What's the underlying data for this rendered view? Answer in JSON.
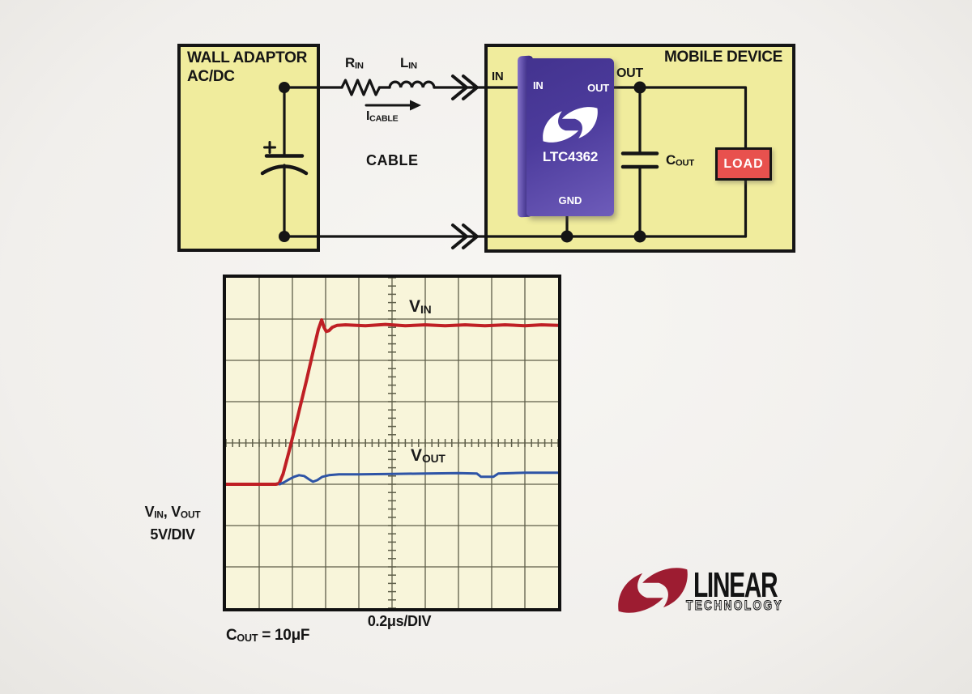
{
  "figure": {
    "background": "#f1efec"
  },
  "circuit": {
    "wall_adaptor": {
      "title_line1": "WALL ADAPTOR",
      "title_line2": "AC/DC",
      "box_color": "#f0ec9d",
      "cap_polarity": "+"
    },
    "cable": {
      "r_main": "R",
      "r_sub": "IN",
      "l_main": "L",
      "l_sub": "IN",
      "i_main": "I",
      "i_sub": "CABLE",
      "label": "CABLE"
    },
    "mobile_device": {
      "title": "MOBILE DEVICE",
      "box_color": "#f0ec9d",
      "in_label": "IN",
      "out_label": "OUT",
      "chip": {
        "part_number": "LTC4362",
        "pin_in": "IN",
        "pin_out": "OUT",
        "pin_gnd": "GND"
      },
      "cout_main": "C",
      "cout_sub": "OUT",
      "load_label": "LOAD",
      "load_color": "#e8514e"
    }
  },
  "scope": {
    "bg_color": "#f8f5da",
    "grid_color": "#5e5e49",
    "vin_main": "V",
    "vin_sub": "IN",
    "vout_main": "V",
    "vout_sub": "OUT",
    "y_axis": {
      "a": "V",
      "a_sub": "IN",
      "comma": ", ",
      "b": "V",
      "b_sub": "OUT",
      "line2": "5V/DIV"
    },
    "x_axis_label": "0.2μs/DIV",
    "caption_main": "C",
    "caption_sub": "OUT",
    "caption_rest": " = 10μF"
  },
  "logo": {
    "brand": "LINEAR",
    "subbrand": "TECHNOLOGY",
    "mark_color": "#9d1c31"
  },
  "chart_data": {
    "type": "line",
    "title": "",
    "xlabel": "0.2μs/DIV",
    "ylabel": "VIN, VOUT 5V/DIV",
    "x_divisions": 10,
    "y_divisions": 8,
    "x_scale_per_div": "0.2μs",
    "y_scale_per_div": "5V",
    "grid": true,
    "legend_position": "inline-annotations",
    "annotations": [
      "VIN",
      "VOUT",
      "COUT = 10μF"
    ],
    "series": [
      {
        "name": "VIN",
        "color": "#bf1f24",
        "width": 4,
        "points_div": [
          [
            0,
            3.0
          ],
          [
            1.5,
            3.0
          ],
          [
            1.6,
            3.02
          ],
          [
            1.72,
            3.25
          ],
          [
            1.9,
            3.8
          ],
          [
            2.15,
            4.6
          ],
          [
            2.42,
            5.5
          ],
          [
            2.62,
            6.2
          ],
          [
            2.78,
            6.75
          ],
          [
            2.88,
            6.98
          ],
          [
            2.95,
            6.8
          ],
          [
            3.02,
            6.7
          ],
          [
            3.1,
            6.72
          ],
          [
            3.2,
            6.8
          ],
          [
            3.35,
            6.85
          ],
          [
            3.6,
            6.86
          ],
          [
            4.2,
            6.84
          ],
          [
            4.8,
            6.87
          ],
          [
            5.4,
            6.84
          ],
          [
            6.0,
            6.86
          ],
          [
            6.6,
            6.84
          ],
          [
            7.2,
            6.86
          ],
          [
            7.8,
            6.84
          ],
          [
            8.4,
            6.86
          ],
          [
            9.0,
            6.84
          ],
          [
            9.5,
            6.86
          ],
          [
            10,
            6.85
          ]
        ]
      },
      {
        "name": "VOUT",
        "color": "#2e54a6",
        "width": 3,
        "points_div": [
          [
            1.62,
            3.0
          ],
          [
            1.75,
            3.05
          ],
          [
            1.9,
            3.12
          ],
          [
            2.05,
            3.18
          ],
          [
            2.2,
            3.22
          ],
          [
            2.35,
            3.2
          ],
          [
            2.5,
            3.12
          ],
          [
            2.62,
            3.06
          ],
          [
            2.75,
            3.1
          ],
          [
            2.9,
            3.18
          ],
          [
            3.1,
            3.22
          ],
          [
            3.4,
            3.24
          ],
          [
            4.0,
            3.24
          ],
          [
            5.0,
            3.25
          ],
          [
            6.0,
            3.26
          ],
          [
            7.0,
            3.27
          ],
          [
            7.55,
            3.26
          ],
          [
            7.68,
            3.18
          ],
          [
            8.05,
            3.18
          ],
          [
            8.2,
            3.26
          ],
          [
            9.0,
            3.28
          ],
          [
            10,
            3.28
          ]
        ]
      }
    ]
  }
}
